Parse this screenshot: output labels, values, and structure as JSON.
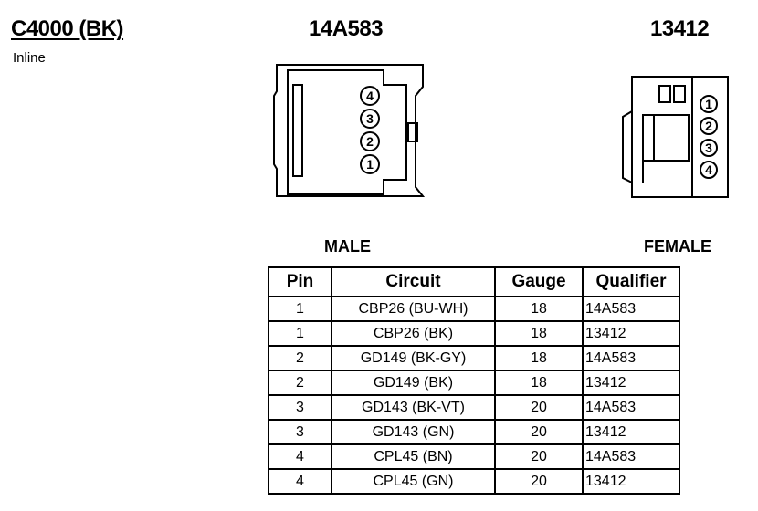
{
  "connector": {
    "id": "C4000 (BK)",
    "type": "Inline"
  },
  "male": {
    "part_number": "14A583",
    "label": "MALE",
    "pins": [
      "4",
      "3",
      "2",
      "1"
    ]
  },
  "female": {
    "part_number": "13412",
    "label": "FEMALE",
    "pins": [
      "1",
      "2",
      "3",
      "4"
    ]
  },
  "table": {
    "headers": {
      "pin": "Pin",
      "circuit": "Circuit",
      "gauge": "Gauge",
      "qualifier": "Qualifier"
    },
    "rows": [
      {
        "pin": "1",
        "circuit": "CBP26 (BU-WH)",
        "gauge": "18",
        "qualifier": "14A583"
      },
      {
        "pin": "1",
        "circuit": "CBP26 (BK)",
        "gauge": "18",
        "qualifier": "13412"
      },
      {
        "pin": "2",
        "circuit": "GD149 (BK-GY)",
        "gauge": "18",
        "qualifier": "14A583"
      },
      {
        "pin": "2",
        "circuit": "GD149 (BK)",
        "gauge": "18",
        "qualifier": "13412"
      },
      {
        "pin": "3",
        "circuit": "GD143 (BK-VT)",
        "gauge": "20",
        "qualifier": "14A583"
      },
      {
        "pin": "3",
        "circuit": "GD143 (GN)",
        "gauge": "20",
        "qualifier": "13412"
      },
      {
        "pin": "4",
        "circuit": "CPL45 (BN)",
        "gauge": "20",
        "qualifier": "14A583"
      },
      {
        "pin": "4",
        "circuit": "CPL45 (GN)",
        "gauge": "20",
        "qualifier": "13412"
      }
    ]
  }
}
